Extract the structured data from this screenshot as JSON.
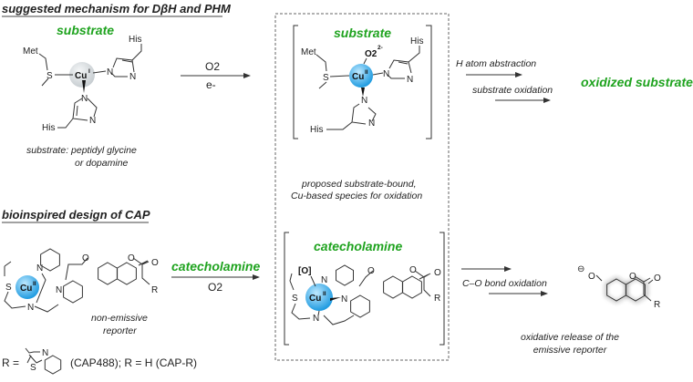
{
  "top": {
    "title": "suggested mechanism for DβH and PHM",
    "substrate_label": "substrate",
    "caption_line1": "substrate: peptidyl glycine",
    "caption_line2": "or dopamine",
    "reagent_top": "O2",
    "reagent_bottom": "e-",
    "intermediate_label": "substrate",
    "intermediate_caption_line1": "proposed substrate-bound,",
    "intermediate_caption_line2": "Cu-based species for oxidation",
    "step1": "H atom abstraction",
    "step2": "substrate oxidation",
    "product": "oxidized substrate",
    "superoxo": "O2",
    "superoxo_charge": "2-"
  },
  "bottom": {
    "title": "bioinspired design of CAP",
    "reagent_top": "catecholamine",
    "reagent_bottom": "O2",
    "probe_caption_line1": "non-emissive",
    "probe_caption_line2": "reporter",
    "r_definition_prefix": "R =",
    "r_definition_suffix": "(CAP488); R = H (CAP-R)",
    "intermediate_label": "catecholamine",
    "oxo": "[O]",
    "step": "C–O bond oxidation",
    "product_caption_line1": "oxidative release of the",
    "product_caption_line2": "emissive reporter",
    "phenolate_charge": "⊖"
  },
  "atoms": {
    "met": "Met",
    "his": "His",
    "s": "S",
    "n": "N",
    "o": "O",
    "r": "R",
    "cu": "Cu",
    "cu1": "I",
    "cu2": "II"
  },
  "colors": {
    "accent_green": "#1fa31f",
    "cu_i_sphere": "#d8dde0",
    "cu_ii_sphere": "#3fb6ef",
    "emissive_glow": "#a8f040"
  }
}
